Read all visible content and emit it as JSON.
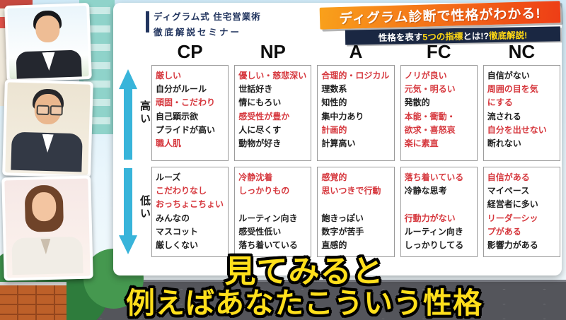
{
  "header": {
    "series_title_line1": "ディグラム式 住宅営業術",
    "series_title_line2": "徹底解説セミナー",
    "main_banner": "ディグラム診断で性格がわかる!",
    "sub_banner_part1": "性格を表す",
    "sub_banner_part2": "5つの指標",
    "sub_banner_part3": "とは!?",
    "sub_banner_part4": "徹底解説!"
  },
  "table": {
    "columns": [
      "CP",
      "NP",
      "A",
      "FC",
      "NC"
    ],
    "rows": [
      {
        "key": "high",
        "label": "高い",
        "arrow": "up",
        "cells": [
          {
            "lines": [
              {
                "text": "厳しい",
                "red": true
              },
              {
                "text": "自分がルール",
                "red": false
              },
              {
                "text": "頑固・こだわり",
                "red": true
              },
              {
                "text": "自己顕示欲",
                "red": false
              },
              {
                "text": "プライドが高い",
                "red": false
              },
              {
                "text": "職人肌",
                "red": true
              }
            ]
          },
          {
            "lines": [
              {
                "text": "優しい・慈悲深い",
                "red": true
              },
              {
                "text": "世話好き",
                "red": false
              },
              {
                "text": "情にもろい",
                "red": false
              },
              {
                "text": "感受性が豊か",
                "red": true
              },
              {
                "text": "人に尽くす",
                "red": false
              },
              {
                "text": "動物が好き",
                "red": false
              }
            ]
          },
          {
            "lines": [
              {
                "text": "合理的・ロジカル",
                "red": true
              },
              {
                "text": "理数系",
                "red": false
              },
              {
                "text": "知性的",
                "red": false
              },
              {
                "text": "集中力あり",
                "red": false
              },
              {
                "text": "計画的",
                "red": true
              },
              {
                "text": "計算高い",
                "red": false
              }
            ]
          },
          {
            "lines": [
              {
                "text": "ノリが良い",
                "red": true
              },
              {
                "text": "元気・明るい",
                "red": true
              },
              {
                "text": "発散的",
                "red": false
              },
              {
                "text": "本能・衝動・",
                "red": true
              },
              {
                "text": "欲求・喜怒哀",
                "red": true
              },
              {
                "text": "楽に素直",
                "red": true
              }
            ]
          },
          {
            "lines": [
              {
                "text": "自信がない",
                "red": false
              },
              {
                "text": "周囲の目を気",
                "red": true
              },
              {
                "text": "にする",
                "red": true
              },
              {
                "text": "流される",
                "red": false
              },
              {
                "text": "自分を出せない",
                "red": true
              },
              {
                "text": "断れない",
                "red": false
              }
            ]
          }
        ]
      },
      {
        "key": "low",
        "label": "低い",
        "arrow": "down",
        "cells": [
          {
            "lines": [
              {
                "text": "ルーズ",
                "red": false
              },
              {
                "text": "こだわりなし",
                "red": true
              },
              {
                "text": "おっちょこちょい",
                "red": true
              },
              {
                "text": "みんなの",
                "red": false
              },
              {
                "text": "マスコット",
                "red": false
              },
              {
                "text": "厳しくない",
                "red": false
              }
            ]
          },
          {
            "lines": [
              {
                "text": "冷静沈着",
                "red": true
              },
              {
                "text": "しっかりもの",
                "red": true
              },
              {
                "text": "",
                "red": false
              },
              {
                "text": "ルーティン向き",
                "red": false
              },
              {
                "text": "感受性低い",
                "red": false
              },
              {
                "text": "落ち着いている",
                "red": false
              }
            ]
          },
          {
            "lines": [
              {
                "text": "感覚的",
                "red": true
              },
              {
                "text": "思いつきで行動",
                "red": true
              },
              {
                "text": "",
                "red": false
              },
              {
                "text": "飽きっぽい",
                "red": false
              },
              {
                "text": "数字が苦手",
                "red": false
              },
              {
                "text": "直感的",
                "red": false
              }
            ]
          },
          {
            "lines": [
              {
                "text": "落ち着いている",
                "red": true
              },
              {
                "text": "冷静な思考",
                "red": false
              },
              {
                "text": "",
                "red": false
              },
              {
                "text": "行動力がない",
                "red": true
              },
              {
                "text": "ルーティン向き",
                "red": false
              },
              {
                "text": "しっかりしてる",
                "red": false
              }
            ]
          },
          {
            "lines": [
              {
                "text": "自信がある",
                "red": true
              },
              {
                "text": "マイペース",
                "red": false
              },
              {
                "text": "経営者に多い",
                "red": false
              },
              {
                "text": "リーダーシッ",
                "red": true
              },
              {
                "text": "プがある",
                "red": true
              },
              {
                "text": "影響力がある",
                "red": false
              }
            ]
          }
        ]
      }
    ]
  },
  "subtitle": {
    "line1": "見てみると",
    "line2": "例えばあなたこういう性格"
  },
  "colors": {
    "highlight_red": "#d6383e",
    "banner_gradient_start": "#f9a11b",
    "banner_gradient_end": "#ee3d16",
    "banner_navy": "#1a2742",
    "arrow_blue": "#38b4da",
    "subtitle_yellow": "#ffdf1b",
    "title_navy": "#22355f"
  }
}
